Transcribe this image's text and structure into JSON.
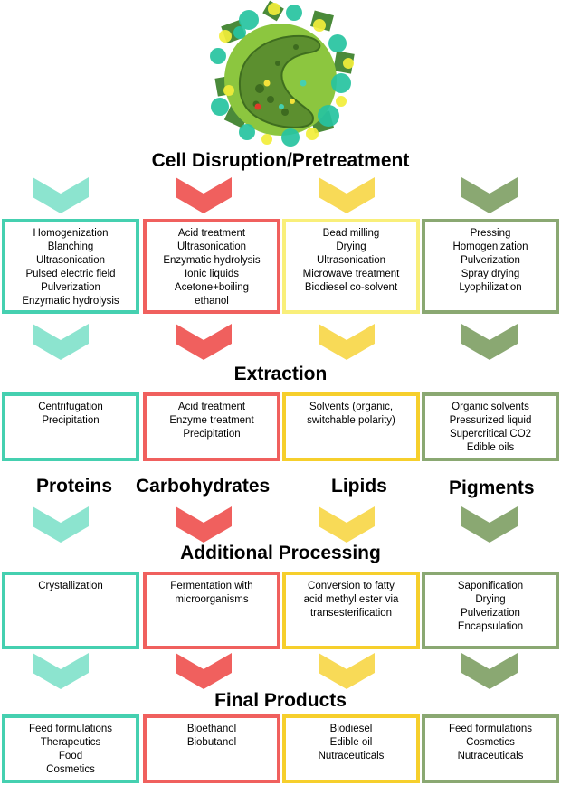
{
  "colors": {
    "teal": "#8ce4cf",
    "teal_border": "#45d0b0",
    "red": "#f0605e",
    "yellow": "#f8da57",
    "yellow_border": "#f6cf2c",
    "yellow_light_border": "#f9ef7a",
    "olive": "#8aa872"
  },
  "stages": {
    "disruption": "Cell Disruption/Pretreatment",
    "extraction": "Extraction",
    "additional": "Additional Processing",
    "final": "Final Products"
  },
  "columns": [
    "Proteins",
    "Carbohydrates",
    "Lipids",
    "Pigments"
  ],
  "disruption_boxes": [
    [
      "Homogenization",
      "Blanching",
      "Ultrasonication",
      "Pulsed electric field",
      "Pulverization",
      "Enzymatic hydrolysis"
    ],
    [
      "Acid treatment",
      "Ultrasonication",
      "Enzymatic hydrolysis",
      "Ionic liquids",
      "Acetone+boiling",
      "ethanol"
    ],
    [
      "Bead milling",
      "Drying",
      "Ultrasonication",
      "Microwave treatment",
      "Biodiesel co-solvent"
    ],
    [
      "Pressing",
      "Homogenization",
      "Pulverization",
      "Spray drying",
      "Lyophilization"
    ]
  ],
  "extraction_boxes": [
    [
      "Centrifugation",
      "Precipitation"
    ],
    [
      "Acid treatment",
      "Enzyme treatment",
      "Precipitation"
    ],
    [
      "Solvents (organic,",
      "switchable polarity)"
    ],
    [
      "Organic solvents",
      "Pressurized liquid",
      "Supercritical CO2",
      "Edible oils"
    ]
  ],
  "additional_boxes": [
    [
      "Crystallization"
    ],
    [
      "Fermentation with",
      "microorganisms"
    ],
    [
      "Conversion to fatty",
      "acid methyl ester via",
      "transesterification"
    ],
    [
      "Saponification",
      "Drying",
      "Pulverization",
      "Encapsulation"
    ]
  ],
  "final_boxes": [
    [
      "Feed formulations",
      "Therapeutics",
      "Food",
      "Cosmetics"
    ],
    [
      "Bioethanol",
      "Biobutanol"
    ],
    [
      "Biodiesel",
      "Edible oil",
      "Nutraceuticals"
    ],
    [
      "Feed formulations",
      "Cosmetics",
      "Nutraceuticals"
    ]
  ]
}
